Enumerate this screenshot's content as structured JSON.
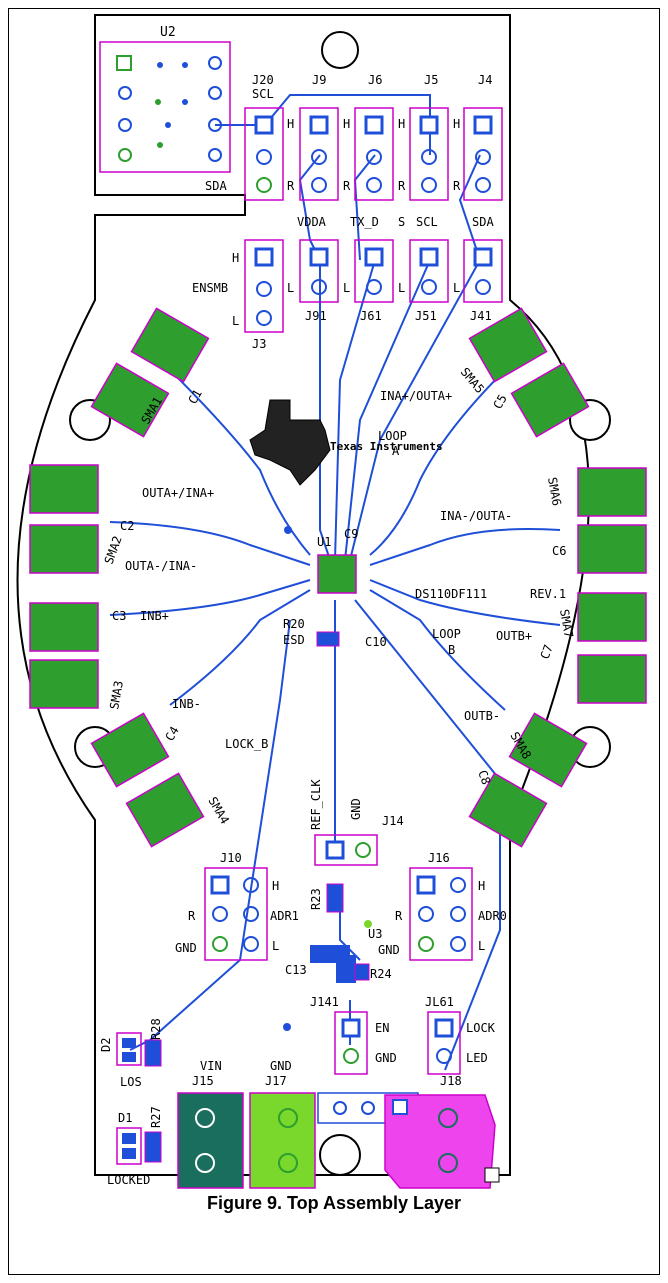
{
  "caption": "Figure 9. Top Assembly Layer",
  "logo_text": "Texas Instruments",
  "colors": {
    "outline": "#000",
    "silk": "#cc00cc",
    "copper": "#1f4fd8",
    "pad_green": "#2e9e2e",
    "pad_teal": "#1a6e5e",
    "pad_lime": "#7ad82c",
    "pad_magenta": "#ee44ee"
  },
  "labels": {
    "u2": "U2",
    "j20": "J20",
    "scl": "SCL",
    "j9": "J9",
    "j6": "J6",
    "j5": "J5",
    "j4": "J4",
    "h": "H",
    "r": "R",
    "l": "L",
    "sda_left": "SDA",
    "vdda": "VDDA",
    "tx_d": "TX_D",
    "s": "S",
    "scl2": "SCL",
    "sda2": "SDA",
    "ensmb": "ENSMB",
    "j91": "J91",
    "j61": "J61",
    "j51": "J51",
    "j41": "J41",
    "j3": "J3",
    "c1": "C1",
    "sma1": "SMA1",
    "outa_ina": "OUTA+/INA+",
    "c2": "C2",
    "sma2": "SMA2",
    "outa_ina_neg": "OUTA-/INA-",
    "c3": "C3",
    "inb_pos": "INB+",
    "sma3": "SMA3",
    "inb_neg": "INB-",
    "lock_b": "LOCK_B",
    "c4": "C4",
    "sma4": "SMA4",
    "sma5": "SMA5",
    "c5": "C5",
    "ina_outa": "INA+/OUTA+",
    "loop": "LOOP",
    "a": "A",
    "sma6": "SMA6",
    "ina_outa_neg": "INA-/OUTA-",
    "c6": "C6",
    "u1": "U1",
    "c9": "C9",
    "part": "DS110DF111",
    "rev": "REV.1",
    "r20": "R20",
    "esd": "ESD",
    "c10": "C10",
    "loop_b": "LOOP",
    "b": "B",
    "outb_pos": "OUTB+",
    "sma7": "SMA7",
    "c7": "C7",
    "outb_neg": "OUTB-",
    "c8": "C8",
    "sma8": "SMA8",
    "ref_clk": "REF_CLK",
    "gnd": "GND",
    "j14": "J14",
    "j10": "J10",
    "adr1": "ADR1",
    "j16": "J16",
    "adr0": "ADR0",
    "r23": "R23",
    "u3": "U3",
    "gnd2": "GND",
    "c13": "C13",
    "r24": "R24",
    "j141": "J141",
    "en": "EN",
    "gnd3": "GND",
    "jl61": "JL61",
    "lock": "LOCK",
    "led": "LED",
    "d2": "D2",
    "r28": "R28",
    "los": "LOS",
    "d1": "D1",
    "r27": "R27",
    "locked": "LOCKED",
    "vin": "VIN",
    "gnd4": "GND",
    "j15": "J15",
    "j17": "J17",
    "j18": "J18",
    "gnd_j10": "GND"
  }
}
